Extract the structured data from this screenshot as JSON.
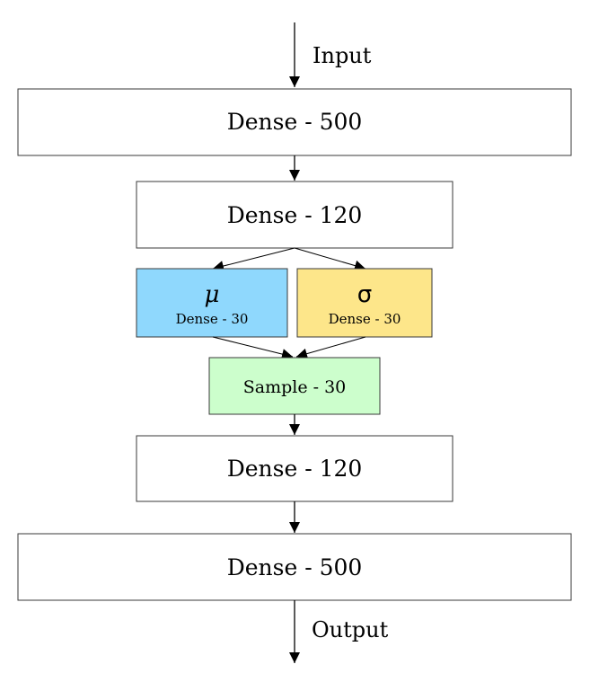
{
  "io": {
    "input_label": "Input",
    "output_label": "Output"
  },
  "layers": {
    "dense_500_top": "Dense - 500",
    "dense_120_top": "Dense - 120",
    "mu_symbol": "μ",
    "mu_sublabel": "Dense - 30",
    "sigma_symbol": "σ",
    "sigma_sublabel": "Dense - 30",
    "sample": "Sample - 30",
    "dense_120_bottom": "Dense - 120",
    "dense_500_bottom": "Dense - 500"
  },
  "colors": {
    "mu_fill": "#8fd8fd",
    "sigma_fill": "#fde68a",
    "sample_fill": "#ccfecc",
    "dense_fill": "#ffffff"
  }
}
